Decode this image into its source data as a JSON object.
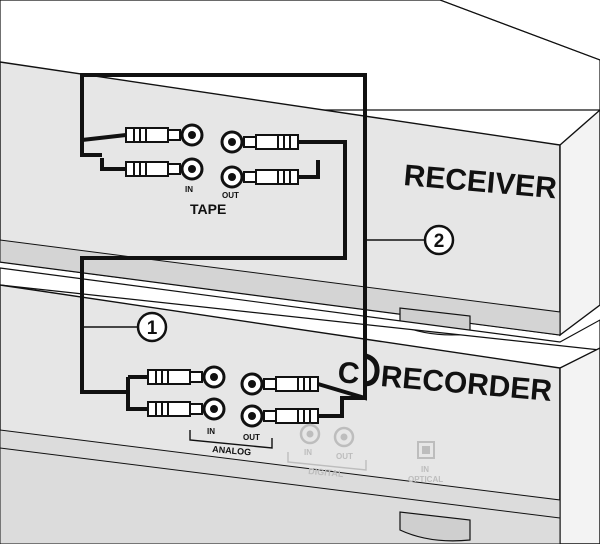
{
  "colors": {
    "line": "#111111",
    "panel": "#e6e6e6",
    "panel_dark": "#cfcfcf",
    "faint": "#bdbdbd",
    "background": "#ffffff"
  },
  "receiver": {
    "label": "RECEIVER",
    "tape_label": "TAPE",
    "in_label": "IN",
    "out_label": "OUT"
  },
  "recorder": {
    "label": "CD RECORDER",
    "label_part1": "C",
    "label_part2": "RECORDER",
    "analog_label": "ANALOG",
    "analog_in": "IN",
    "analog_out": "OUT",
    "digital_label": "DIGITAL",
    "digital_in": "IN",
    "digital_out": "OUT",
    "optical_in": "IN",
    "optical_label": "OPTICAL"
  },
  "callouts": [
    {
      "number": "1"
    },
    {
      "number": "2"
    }
  ]
}
